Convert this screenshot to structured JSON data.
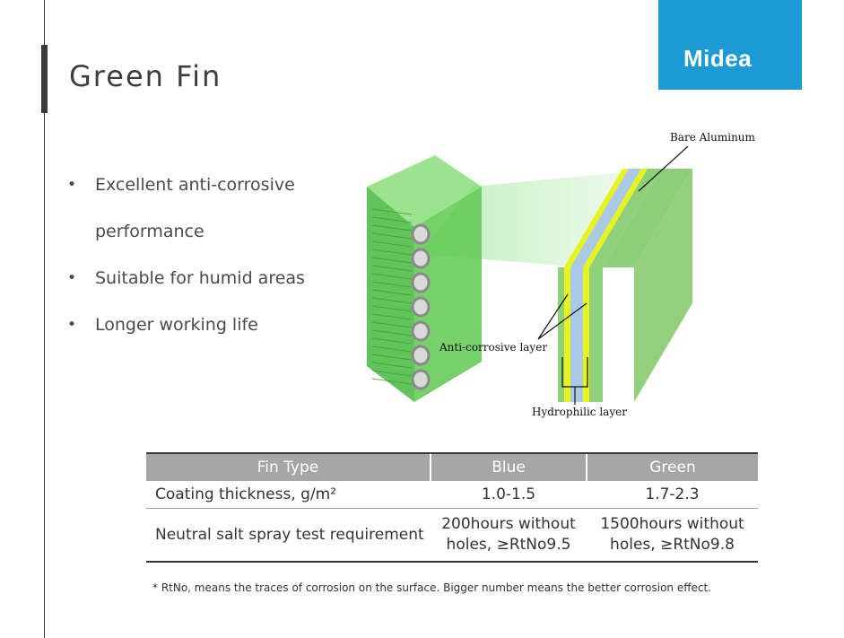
{
  "slide": {
    "title": "Green Fin",
    "logo_text": "Midea",
    "bullets": [
      "Excellent anti-corrosive performance",
      "Suitable for humid areas",
      "Longer working life"
    ]
  },
  "figure": {
    "labels": {
      "bare_aluminum": "Bare Aluminum",
      "anti_corrosive": "Anti-corrosive layer",
      "hydrophilic": "Hydrophilic layer"
    },
    "colors": {
      "coil_green": "#6fcf5a",
      "fin_green": "#a9d88c",
      "aluminum_blue": "#a9c9e6",
      "layer_yellow": "#e8f21c"
    }
  },
  "table": {
    "headers": [
      "Fin Type",
      "Blue",
      "Green"
    ],
    "rows": [
      {
        "label": "Coating thickness, g/m²",
        "blue": "1.0-1.5",
        "green": "1.7-2.3"
      },
      {
        "label": "Neutral salt spray test requirement",
        "blue_line1": "200hours without",
        "blue_line2": "holes, ≥RtNo9.5",
        "green_line1": "1500hours without",
        "green_line2": "holes, ≥RtNo9.8"
      }
    ]
  },
  "footnote": "* RtNo, means the traces of corrosion on the surface. Bigger number means the better corrosion effect.",
  "colors": {
    "logo_blue": "#1b9ad6",
    "header_gray": "#a6a6a6"
  }
}
